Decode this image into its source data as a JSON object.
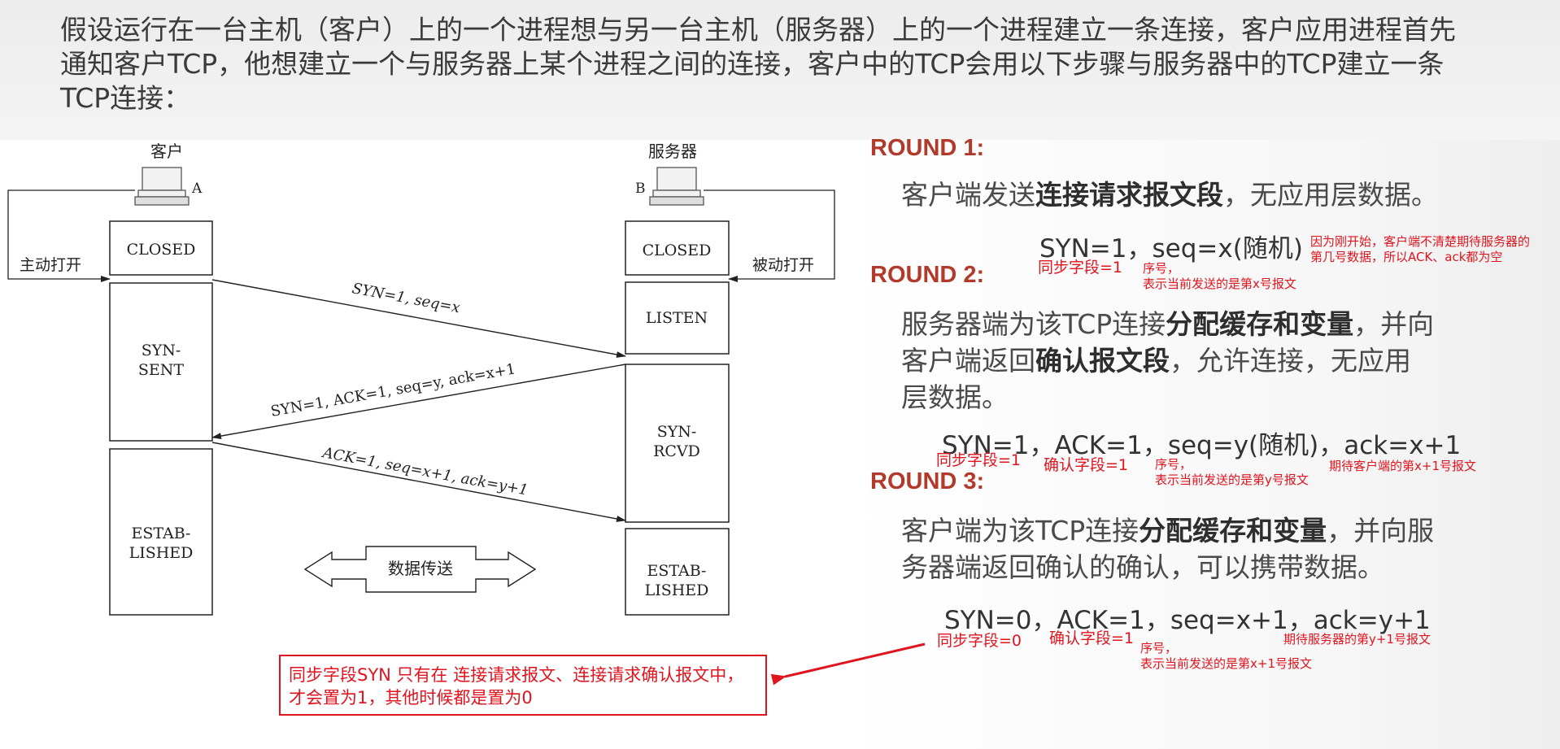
{
  "intro": {
    "text": "假设运行在一台主机（客户）上的一个进程想与另一台主机（服务器）上的一个进程建立一条连接，客户应用进程首先通知客户TCP，他想建立一个与服务器上某个进程之间的连接，客户中的TCP会用以下步骤与服务器中的TCP建立一条TCP连接："
  },
  "diagram": {
    "client": {
      "name": "客户",
      "host_letter": "A",
      "open_label": "主动打开"
    },
    "server": {
      "name": "服务器",
      "host_letter": "B",
      "open_label": "被动打开"
    },
    "client_states": [
      "CLOSED",
      "SYN-",
      "SENT",
      "ESTAB-",
      "LISHED"
    ],
    "server_states": [
      "CLOSED",
      "LISTEN",
      "SYN-",
      "RCVD",
      "ESTAB-",
      "LISHED"
    ],
    "segments": [
      "SYN=1, seq=x",
      "SYN=1, ACK=1, seq=y, ack=x+1",
      "ACK=1, seq=x+1, ack=y+1"
    ],
    "data_transfer": "数据传送"
  },
  "rounds": [
    {
      "title": "ROUND 1:",
      "desc_plain1": "客户端发送",
      "desc_bold1": "连接请求报文段",
      "desc_plain2": "，无应用层数据。",
      "fields": "SYN=1，seq=x(随机)",
      "notes": {
        "syn": "同步字段=1",
        "seq_line1": "序号，",
        "seq_line2": "表示当前发送的是第x号报文",
        "why_line1": "因为刚开始，客户端不清楚期待服务器的",
        "why_line2": "第几号数据，所以ACK、ack都为空"
      }
    },
    {
      "title": "ROUND 2:",
      "desc_plain1": "服务器端为该TCP连接",
      "desc_bold1": "分配缓存和变量",
      "desc_plain2": "，并向",
      "desc_plain3": "客户端返回",
      "desc_bold2": "确认报文段",
      "desc_plain4": "，允许连接，无应用",
      "desc_plain5": "层数据。",
      "fields": "SYN=1，ACK=1，seq=y(随机)，ack=x+1",
      "notes": {
        "syn": "同步字段=1",
        "ack_flag": "确认字段=1",
        "seq_line1": "序号，",
        "seq_line2": "表示当前发送的是第y号报文",
        "ack_num": "期待客户端的第x+1号报文"
      }
    },
    {
      "title": "ROUND 3:",
      "desc_plain1": "客户端为该TCP连接",
      "desc_bold1": "分配缓存和变量",
      "desc_plain2": "，并向服",
      "desc_plain3": "务器端返回确认的确认，可以携带数据。",
      "fields": "SYN=0，ACK=1，seq=x+1，ack=y+1",
      "notes": {
        "syn": "同步字段=0",
        "ack_flag": "确认字段=1",
        "seq_line1": "序号，",
        "seq_line2": "表示当前发送的是第x+1号报文",
        "ack_num": "期待服务器的第y+1号报文"
      }
    }
  ],
  "callout": {
    "line1": "同步字段SYN 只有在 连接请求报文、连接请求确认报文中，",
    "line2": "才会置为1，其他时候都是置为0"
  },
  "colors": {
    "round_title": "#b23a2a",
    "annotation": "#e0141e"
  }
}
